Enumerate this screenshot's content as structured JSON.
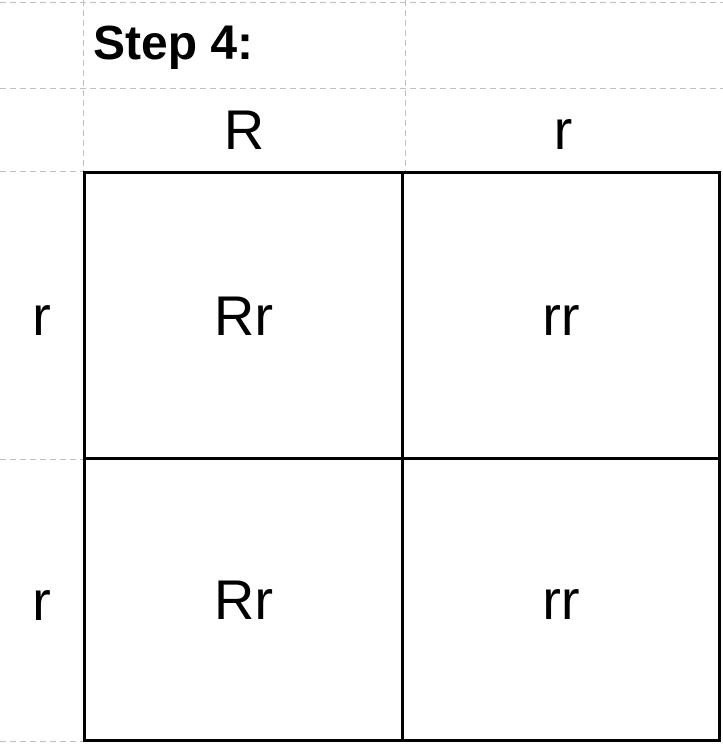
{
  "title": "Step 4:",
  "punnett": {
    "col_headers": [
      "R",
      "r"
    ],
    "row_headers": [
      "r",
      "r"
    ],
    "cells": [
      [
        "Rr",
        "rr"
      ],
      [
        "Rr",
        "rr"
      ]
    ]
  },
  "colors": {
    "background": "#ffffff",
    "text": "#000000",
    "table_line": "#000000",
    "guide_line": "#c0c0c0"
  }
}
